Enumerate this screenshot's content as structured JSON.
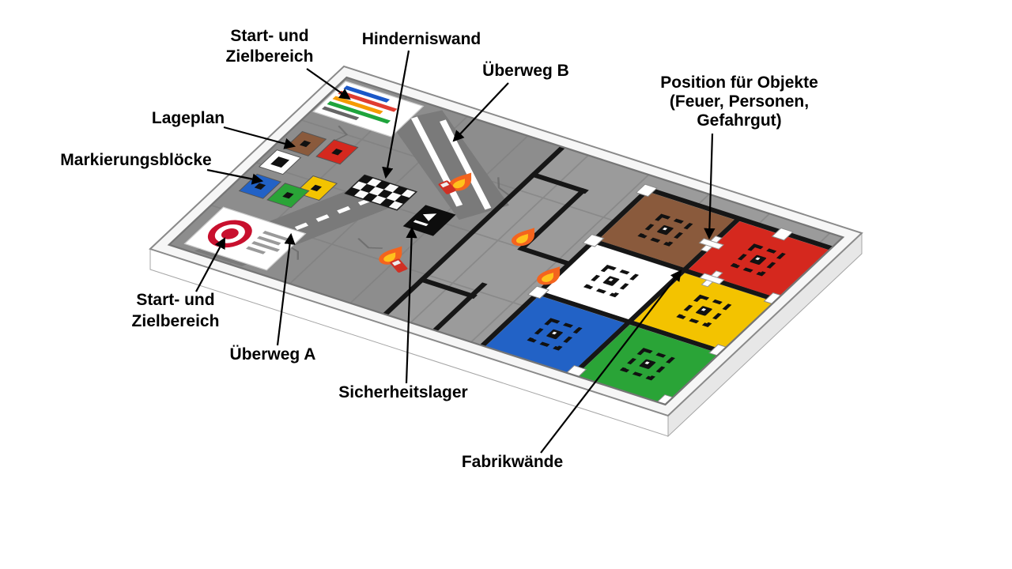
{
  "scene": {
    "labels": {
      "start_ziel_top_1": "Start- und",
      "start_ziel_top_2": "Zielbereich",
      "hinderniswand": "Hinderniswand",
      "ueberweg_b": "Überweg B",
      "lageplan": "Lageplan",
      "markierungsbloecke": "Markierungsblöcke",
      "position_objekte_1": "Position für Objekte",
      "position_objekte_2": "(Feuer, Personen,",
      "position_objekte_3": "Gefahrgut)",
      "start_ziel_bottom_1": "Start- und",
      "start_ziel_bottom_2": "Zielbereich",
      "ueberweg_a": "Überweg A",
      "sicherheitslager": "Sicherheitslager",
      "fabrikwaende": "Fabrikwände"
    }
  },
  "colors": {
    "field_brown": "#8a5a3c",
    "field_red": "#d5281e",
    "field_white": "#ffffff",
    "field_yellow": "#f3c300",
    "field_blue": "#2262c6",
    "field_green": "#2aa437",
    "floor": "#8d8d8d",
    "factory_floor": "#9b9b9b",
    "road": "#7a7a7a",
    "marking": "#ffffff",
    "wall": "#f6f6f6",
    "wall_side": "#ffffff",
    "wall_side_dark": "#e7e7e7",
    "factory_wall": "#161616",
    "safety_black": "#0d0d0d",
    "flame_outer": "#f4641e",
    "flame_inner": "#ffc21c",
    "truck": "#d03024",
    "badge_red": "#c8102e",
    "sponsor_blue": "#1a57c8",
    "sponsor_red": "#e03c31",
    "sponsor_orange": "#f59b00",
    "sponsor_green": "#1fa43c"
  },
  "icons": {
    "flame": "flame-icon",
    "truck": "fire-truck-icon",
    "safety": "safety-store-icon",
    "object_marker": "dashed-object-marker-icon",
    "position_square": "white-position-marker-icon",
    "position_cross": "white-cross-marker-icon",
    "badge": "start-ziel-badge-icon",
    "checker": "obstacle-wall-checker-icon"
  }
}
